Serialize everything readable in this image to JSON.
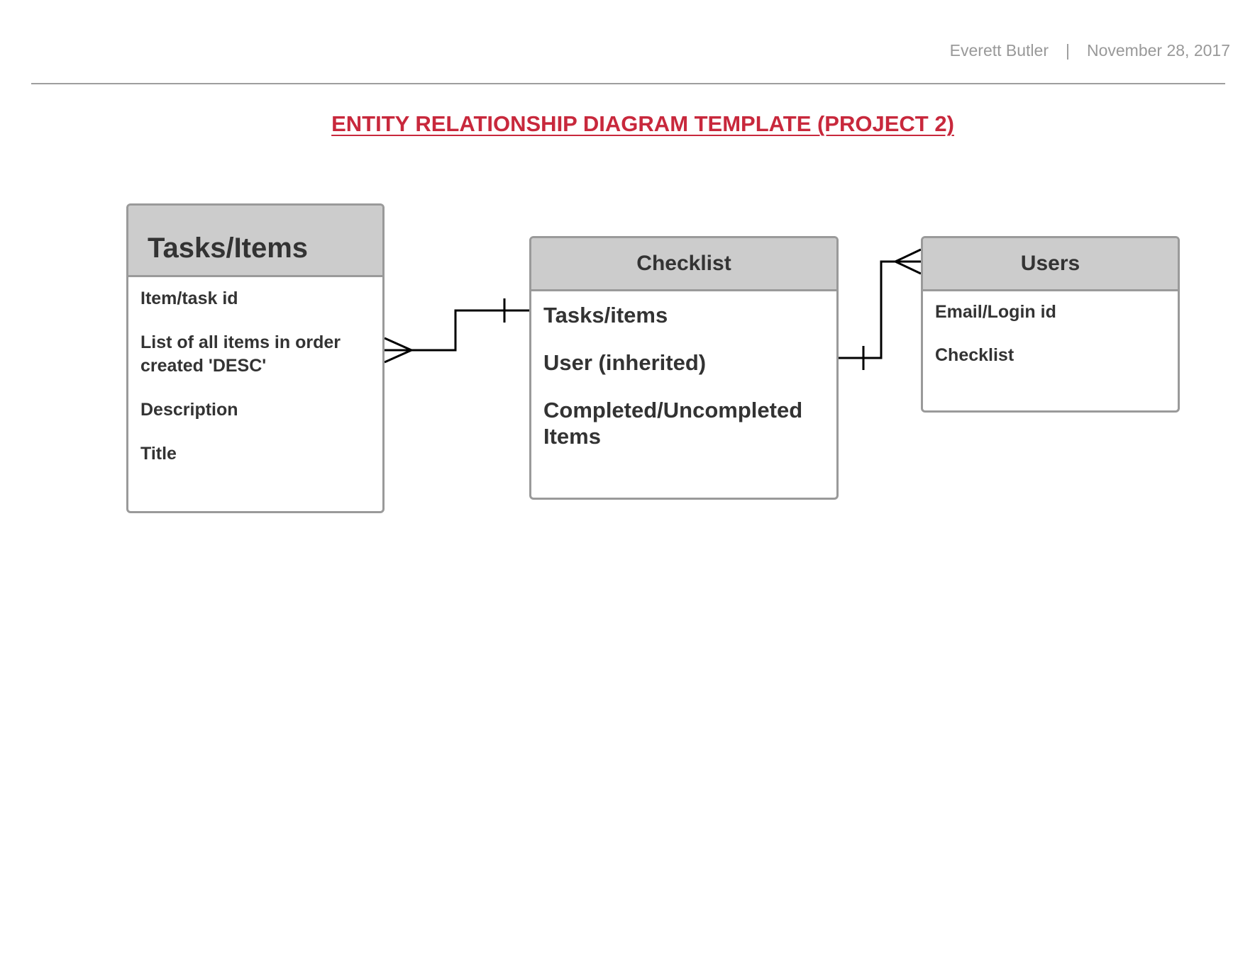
{
  "header": {
    "author": "Everett Butler",
    "separator": "|",
    "date": "November 28, 2017"
  },
  "title": "ENTITY RELATIONSHIP DIAGRAM TEMPLATE (PROJECT 2)",
  "colors": {
    "title": "#c8283c",
    "entity_header_bg": "#cccccc",
    "entity_border": "#9a9a9a",
    "meta_text": "#999999",
    "connector": "#000000"
  },
  "entities": {
    "tasks": {
      "name": "Tasks/Items",
      "attributes": [
        "Item/task id",
        "List of all items in order created 'DESC'",
        "Description",
        "Title"
      ]
    },
    "checklist": {
      "name": "Checklist",
      "attributes": [
        "Tasks/items",
        "User (inherited)",
        "Completed/Uncompleted Items"
      ]
    },
    "users": {
      "name": "Users",
      "attributes": [
        "Email/Login id",
        "Checklist"
      ]
    }
  },
  "relationships": [
    {
      "from": "Tasks/Items",
      "from_end": "many",
      "to": "Checklist",
      "to_end": "one"
    },
    {
      "from": "Checklist",
      "from_end": "one",
      "to": "Users",
      "to_end": "many"
    }
  ]
}
